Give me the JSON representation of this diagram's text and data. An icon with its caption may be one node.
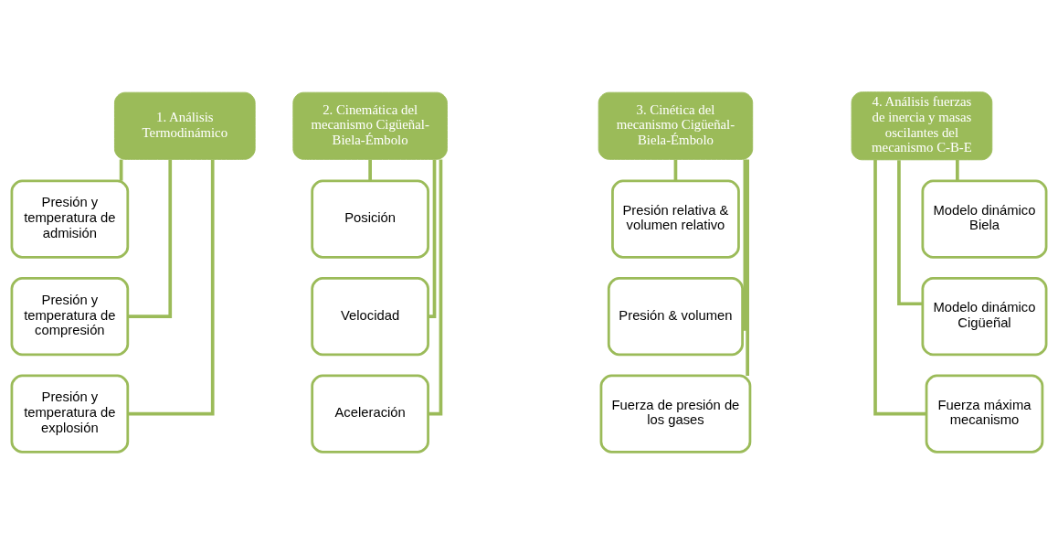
{
  "diagram": {
    "nodes": [
      {
        "text": [
          "1. Análisis Termodinámico"
        ]
      },
      {
        "text": [
          "Presión y temperatura de admisión"
        ]
      },
      {
        "text": [
          "Presión y temperatura de compresión"
        ]
      },
      {
        "text": [
          "Presión y temperatura de explosión"
        ]
      },
      {
        "text": [
          "2. Cinemática del mecanismo Cigüeñal-Biela-Émbolo"
        ]
      },
      {
        "text": [
          "Posición"
        ]
      },
      {
        "text": [
          "Velocidad"
        ]
      },
      {
        "text": [
          "Aceleración"
        ]
      },
      {
        "text": [
          "3. Cinética del mecanismo Cigüeñal-Biela-Émbolo"
        ]
      },
      {
        "text": [
          "Presión relativa & volumen relativo"
        ]
      },
      {
        "text": [
          "Presión & volumen"
        ]
      },
      {
        "text": [
          "Fuerza de presión de los gases"
        ]
      },
      {
        "text": [
          "4. Análisis fuerzas de inercia y masas oscilantes del mecanismo C-B-E"
        ]
      },
      {
        "text": [
          "Modelo dinámico Biela"
        ]
      },
      {
        "text": [
          "Modelo dinámico Cigüeñal"
        ]
      },
      {
        "text": [
          "Fuerza máxima mecanismo"
        ]
      }
    ],
    "edges": [
      {
        "from": 0,
        "to": 1,
        "arrow": "none"
      },
      {
        "from": 0,
        "to": 2,
        "arrow": "none"
      },
      {
        "from": 0,
        "to": 3,
        "arrow": "none"
      },
      {
        "from": 4,
        "to": 5,
        "arrow": "none"
      },
      {
        "from": 4,
        "to": 6,
        "arrow": "none"
      },
      {
        "from": 4,
        "to": 7,
        "arrow": "none"
      },
      {
        "from": 8,
        "to": 9,
        "arrow": "none"
      },
      {
        "from": 8,
        "to": 10,
        "arrow": "none"
      },
      {
        "from": 8,
        "to": 11,
        "arrow": "none"
      },
      {
        "from": 12,
        "to": 13,
        "arrow": "none"
      },
      {
        "from": 12,
        "to": 14,
        "arrow": "none"
      },
      {
        "from": 12,
        "to": 15,
        "arrow": "none"
      }
    ]
  }
}
